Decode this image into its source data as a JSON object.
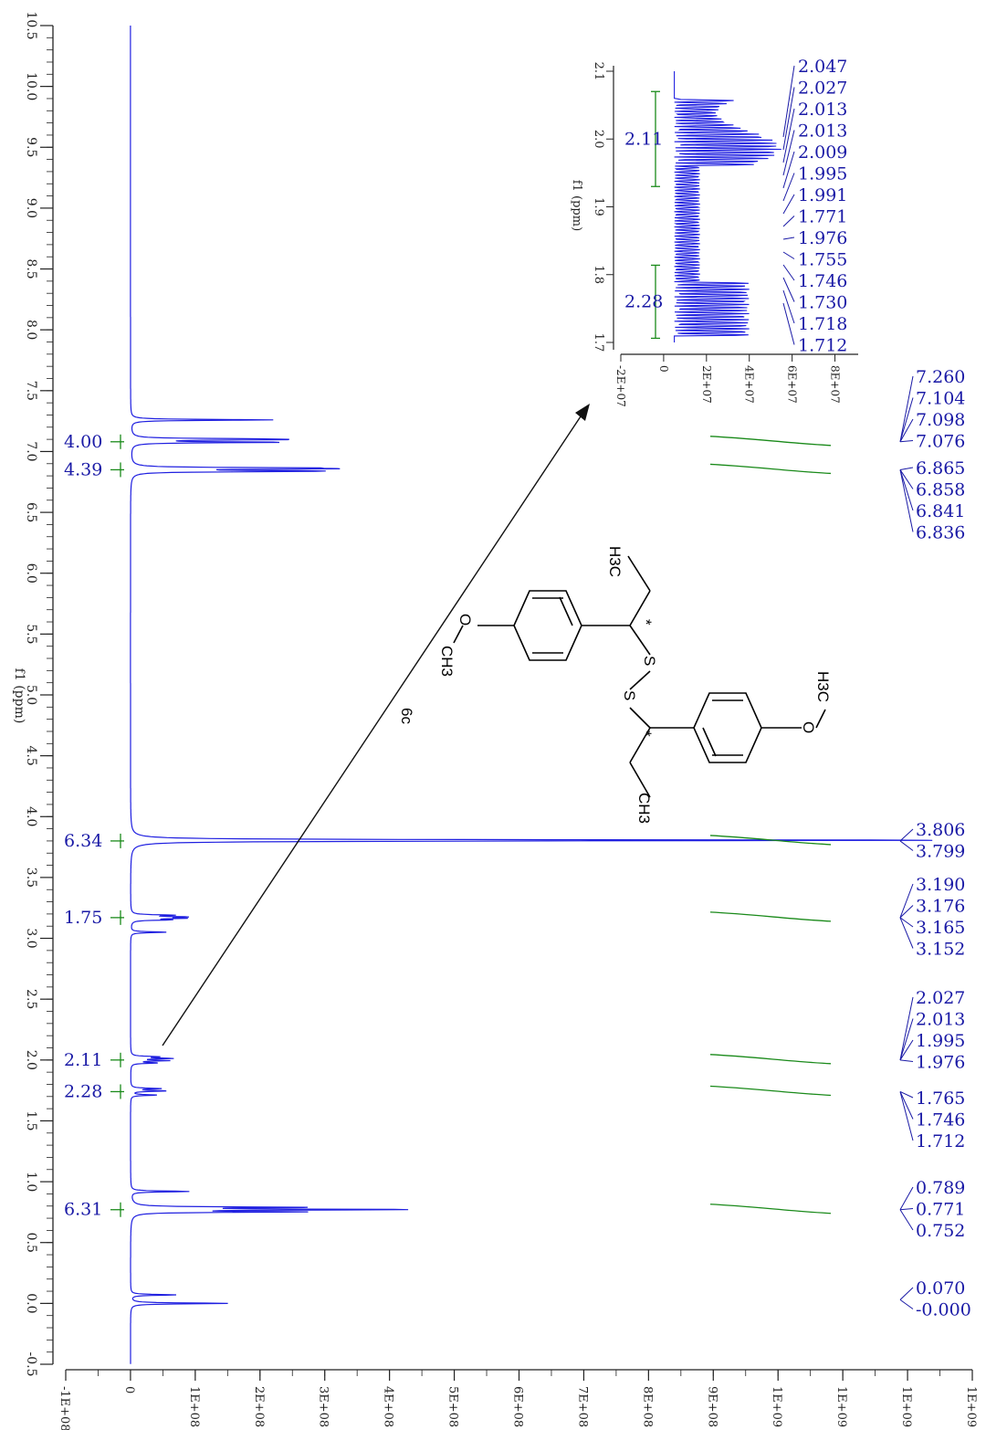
{
  "chart_data": {
    "type": "line",
    "orientation": "rotated-90",
    "colors": {
      "spectrum": "#1f1fe0",
      "integral": "#1a8a1a",
      "labels": "#1a1aa6",
      "axis": "#222222"
    },
    "ppm_axis": {
      "label": "f1 (ppm)",
      "range": [
        10.5,
        -0.5
      ],
      "ticks": [
        "10.5",
        "10.0",
        "9.5",
        "9.0",
        "8.5",
        "8.0",
        "7.5",
        "7.0",
        "6.5",
        "6.0",
        "5.5",
        "5.0",
        "4.5",
        "4.0",
        "3.5",
        "3.0",
        "2.5",
        "2.0",
        "1.5",
        "1.0",
        "0.5",
        "0.0",
        "-0.5"
      ]
    },
    "intensity_axis": {
      "range": [
        -100000000,
        1300000000
      ],
      "ticks": [
        "-1E+08",
        "0",
        "1E+08",
        "2E+08",
        "3E+08",
        "4E+08",
        "5E+08",
        "6E+08",
        "7E+08",
        "8E+08",
        "9E+08",
        "1E+09",
        "1E+09",
        "1E+09",
        "1E+09"
      ]
    },
    "peaks": [
      {
        "ppm": 7.26,
        "intensity": 220000000
      },
      {
        "ppm": 7.104,
        "intensity": 140000000
      },
      {
        "ppm": 7.098,
        "intensity": 190000000
      },
      {
        "ppm": 7.076,
        "intensity": 230000000
      },
      {
        "ppm": 6.865,
        "intensity": 210000000
      },
      {
        "ppm": 6.858,
        "intensity": 250000000
      },
      {
        "ppm": 6.841,
        "intensity": 200000000
      },
      {
        "ppm": 6.836,
        "intensity": 160000000
      },
      {
        "ppm": 3.806,
        "intensity": 1220000000
      },
      {
        "ppm": 3.799,
        "intensity": 210000000
      },
      {
        "ppm": 3.19,
        "intensity": 60000000
      },
      {
        "ppm": 3.176,
        "intensity": 75000000
      },
      {
        "ppm": 3.165,
        "intensity": 70000000
      },
      {
        "ppm": 3.152,
        "intensity": 55000000
      },
      {
        "ppm": 3.05,
        "intensity": 55000000
      },
      {
        "ppm": 2.027,
        "intensity": 40000000
      },
      {
        "ppm": 2.013,
        "intensity": 60000000
      },
      {
        "ppm": 1.995,
        "intensity": 55000000
      },
      {
        "ppm": 1.976,
        "intensity": 40000000
      },
      {
        "ppm": 1.765,
        "intensity": 45000000
      },
      {
        "ppm": 1.746,
        "intensity": 55000000
      },
      {
        "ppm": 1.712,
        "intensity": 40000000
      },
      {
        "ppm": 0.92,
        "intensity": 90000000
      },
      {
        "ppm": 0.789,
        "intensity": 260000000
      },
      {
        "ppm": 0.771,
        "intensity": 420000000
      },
      {
        "ppm": 0.752,
        "intensity": 250000000
      },
      {
        "ppm": 0.07,
        "intensity": 70000000
      },
      {
        "ppm": 0.0,
        "intensity": 150000000
      }
    ],
    "integrals": [
      {
        "label": "4.00",
        "ppm": 7.08
      },
      {
        "label": "4.39",
        "ppm": 6.85
      },
      {
        "label": "6.34",
        "ppm": 3.8
      },
      {
        "label": "1.75",
        "ppm": 3.17
      },
      {
        "label": "2.11",
        "ppm": 2.0
      },
      {
        "label": "2.28",
        "ppm": 1.74
      },
      {
        "label": "6.31",
        "ppm": 0.77
      }
    ],
    "peak_label_groups": [
      {
        "labels": [
          "7.260",
          "7.104",
          "7.098",
          "7.076"
        ],
        "ppm": 7.08
      },
      {
        "labels": [
          "6.865",
          "6.858",
          "6.841",
          "6.836"
        ],
        "ppm": 6.85
      },
      {
        "labels": [
          "3.806",
          "3.799"
        ],
        "ppm": 3.8
      },
      {
        "labels": [
          "3.190",
          "3.176",
          "3.165",
          "3.152"
        ],
        "ppm": 3.17
      },
      {
        "labels": [
          "2.027",
          "2.013",
          "1.995",
          "1.976"
        ],
        "ppm": 2.0
      },
      {
        "labels": [
          "1.765",
          "1.746",
          "1.712"
        ],
        "ppm": 1.74
      },
      {
        "labels": [
          "0.789",
          "0.771",
          "0.752"
        ],
        "ppm": 0.77
      },
      {
        "labels": [
          "0.070",
          "-0.000"
        ],
        "ppm": 0.03
      }
    ],
    "inset": {
      "ppm_axis_label": "f1 (ppm)",
      "ppm_range": [
        2.1,
        1.7
      ],
      "ppm_ticks": [
        "2.1",
        "2.0",
        "1.9",
        "1.8",
        "1.7"
      ],
      "intensity_range": [
        -20000000,
        90000000
      ],
      "intensity_ticks": [
        "-2E+07",
        "0",
        "2E+07",
        "4E+07",
        "6E+07",
        "8E+07"
      ],
      "integrals": [
        {
          "label": "2.11",
          "ppm": 2.0
        },
        {
          "label": "2.28",
          "ppm": 1.76
        }
      ],
      "peak_labels": [
        "2.047",
        "2.027",
        "2.013",
        "2.013",
        "2.009",
        "1.995",
        "1.991",
        "1.771",
        "1.976",
        "1.755",
        "1.746",
        "1.730",
        "1.718",
        "1.712"
      ]
    },
    "compound_label": "6c",
    "molecule_labels": {
      "methyl_a": "H3C",
      "methyl_b": "CH3",
      "methoxy_a": "CH3",
      "methoxy_b": "H3C",
      "oxygen": "O",
      "sulfur": "S",
      "stereo": "*"
    }
  }
}
